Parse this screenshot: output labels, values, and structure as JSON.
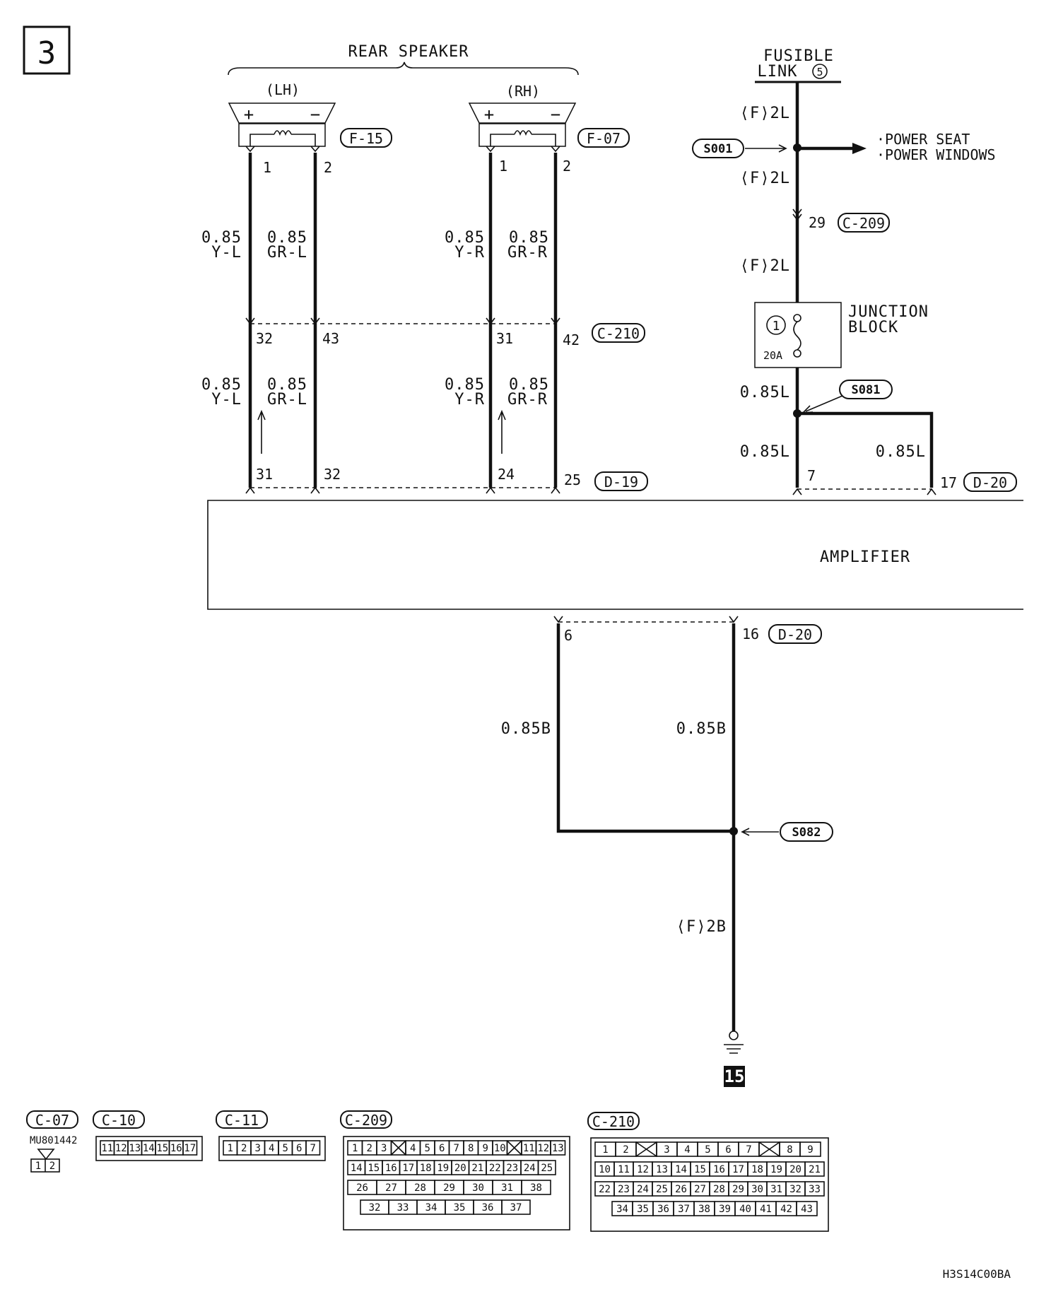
{
  "page_number": "3",
  "rear_speaker": {
    "title": "REAR SPEAKER",
    "lh": "(LH)",
    "rh": "(RH)",
    "plus": "+",
    "minus": "−"
  },
  "connectors": {
    "f15": "F-15",
    "f07": "F-07",
    "c209": "C-209",
    "c210": "C-210",
    "d19": "D-19",
    "d20": "D-20",
    "c07": "C-07",
    "c10": "C-10",
    "c11": "C-11"
  },
  "fusible_link": {
    "line1": "FUSIBLE",
    "line2": "LINK",
    "number": "5"
  },
  "splices": {
    "s001": "S001",
    "s081": "S081",
    "s082": "S082"
  },
  "power_targets": [
    "·POWER SEAT",
    "·POWER WINDOWS"
  ],
  "junction_block": {
    "line1": "JUNCTION",
    "line2": "BLOCK",
    "fuse_no": "1",
    "rating": "20A"
  },
  "wire_labels": {
    "f2l": "⟨F⟩2L",
    "f2b": "⟨F⟩2B",
    "size": "0.85",
    "yl": "Y-L",
    "grl": "GR-L",
    "yr": "Y-R",
    "grr": "GR-R",
    "l085": "0.85L",
    "b085": "0.85B"
  },
  "pins": {
    "lh1": "1",
    "lh2": "2",
    "rh1": "1",
    "rh2": "2",
    "c210_a": "32",
    "c210_b": "43",
    "c210_c": "31",
    "c210_d": "42",
    "d19_a": "31",
    "d19_b": "32",
    "d19_c": "24",
    "d19_d": "25",
    "c209_pin": "29",
    "d20_a": "7",
    "d20_b": "17",
    "d20_c": "6",
    "d20_d": "16"
  },
  "amplifier": "AMPLIFIER",
  "ground": "15",
  "c07_part": "MU801442",
  "c07_pins": [
    "1",
    "2"
  ],
  "c10_pins": [
    "11",
    "12",
    "13",
    "14",
    "15",
    "16",
    "17"
  ],
  "c11_pins": [
    "1",
    "2",
    "3",
    "4",
    "5",
    "6",
    "7"
  ],
  "c209_rows": [
    [
      "1",
      "2",
      "3",
      "",
      "4",
      "5",
      "6",
      "7",
      "8",
      "9",
      "10",
      "",
      "11",
      "12",
      "13"
    ],
    [
      "14",
      "15",
      "16",
      "17",
      "18",
      "19",
      "20",
      "21",
      "22",
      "23",
      "24",
      "25"
    ],
    [
      "26",
      "27",
      "28",
      "29",
      "30",
      "31",
      "38"
    ],
    [
      "32",
      "33",
      "34",
      "35",
      "36",
      "37"
    ]
  ],
  "c210_rows": [
    [
      "1",
      "2",
      "",
      "3",
      "4",
      "5",
      "6",
      "7",
      "",
      "8",
      "9"
    ],
    [
      "10",
      "11",
      "12",
      "13",
      "14",
      "15",
      "16",
      "17",
      "18",
      "19",
      "20",
      "21"
    ],
    [
      "22",
      "23",
      "24",
      "25",
      "26",
      "27",
      "28",
      "29",
      "30",
      "31",
      "32",
      "33"
    ],
    [
      "34",
      "35",
      "36",
      "37",
      "38",
      "39",
      "40",
      "41",
      "42",
      "43"
    ]
  ],
  "drawing_code": "H3S14C00BA"
}
